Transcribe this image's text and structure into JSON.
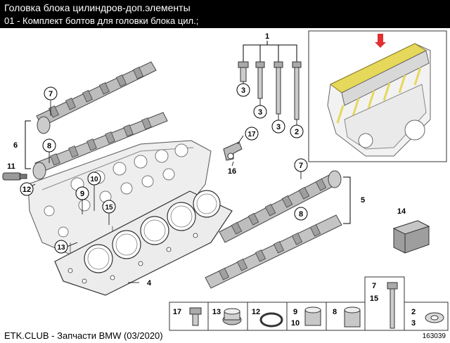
{
  "header": {
    "title": "Головка блока цилиндров-доп.элементы",
    "subtitle": "01 - Комплект болтов для головки блока цил.;"
  },
  "footer": {
    "watermark": "ETK.CLUB - Запчасти BMW (03/2020)",
    "image_number": "163039"
  },
  "callouts": {
    "c1": "1",
    "c2": "2",
    "c3a": "3",
    "c3b": "3",
    "c3c": "3",
    "c4": "4",
    "c5": "5",
    "c6": "6",
    "c7a": "7",
    "c7b": "7",
    "c8a": "8",
    "c8b": "8",
    "c9": "9",
    "c10": "10",
    "c11": "11",
    "c12": "12",
    "c13": "13",
    "c14": "14",
    "c15": "15",
    "c16": "16",
    "c17": "17"
  },
  "parts_strip": {
    "p17": "17",
    "p13": "13",
    "p12": "12",
    "p9": "9",
    "p10": "10",
    "p8": "8",
    "p7": "7",
    "p15": "15",
    "p2": "2",
    "p3": "3"
  },
  "colors": {
    "highlight": "#e6d85a",
    "marker": "#e03030"
  }
}
